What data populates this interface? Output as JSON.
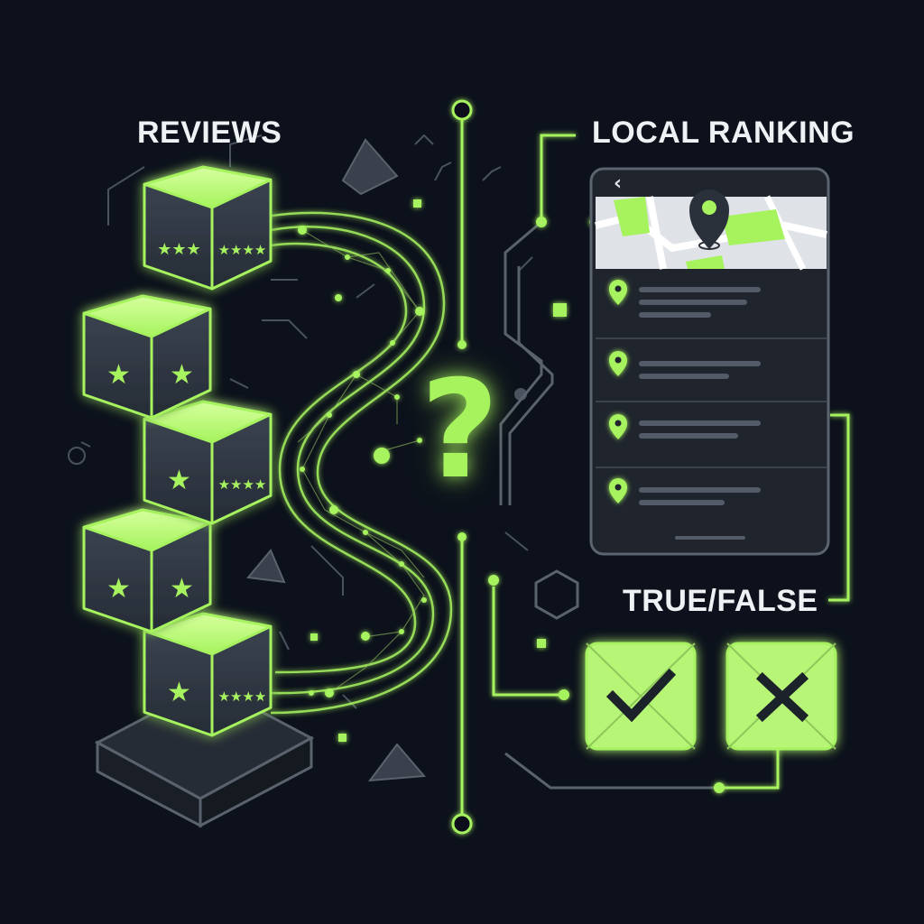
{
  "labels": {
    "reviews": "REVIEWS",
    "local_ranking": "LOCAL RANKING",
    "true_false": "TRUE/FALSE",
    "question_mark": "?",
    "back_chevron": "‹"
  },
  "colors": {
    "background": "#0c111b",
    "accent_green": "#a6f35e",
    "cube_dark": "#2b3340",
    "panel": "#20252e",
    "line_gray": "#5a626e"
  },
  "icons": [
    "review-cube-star-icon",
    "map-pin-icon",
    "location-pin-icon",
    "check-icon",
    "cross-icon",
    "question-mark-icon",
    "triangle-icon",
    "hexagon-icon"
  ],
  "phone": {
    "listing_count": 4
  }
}
